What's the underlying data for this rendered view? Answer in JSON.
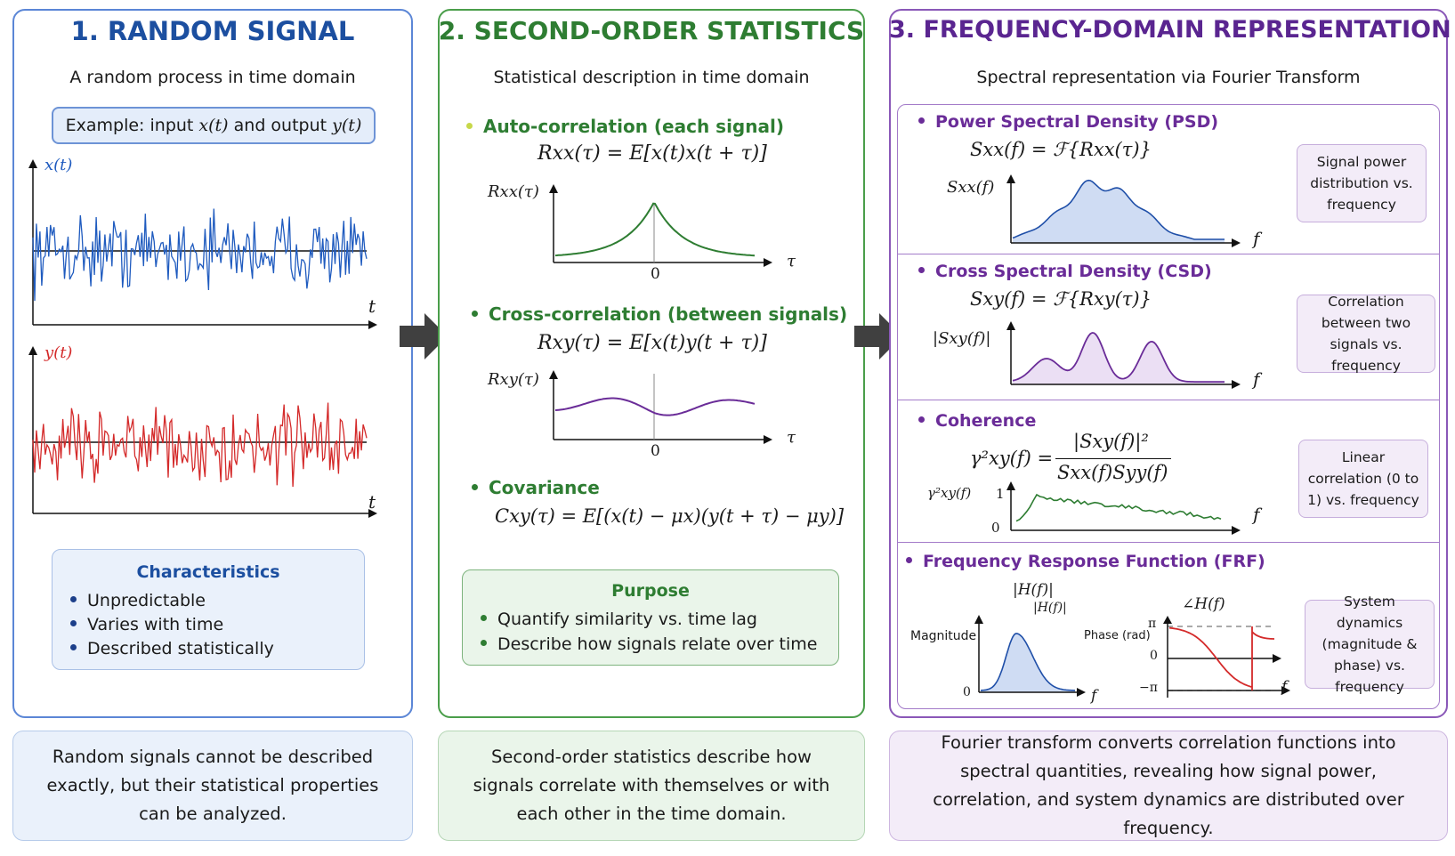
{
  "panel1": {
    "title": "1. RANDOM SIGNAL",
    "subtitle": "A random process in time domain",
    "example_prefix": "Example: input ",
    "example_x": "x(t)",
    "example_mid": " and output ",
    "example_y": "y(t)",
    "x_label": "x(t)",
    "y_label": "y(t)",
    "t_label": "t",
    "characteristics_title": "Characteristics",
    "characteristics": [
      "Unpredictable",
      "Varies with time",
      "Described statistically"
    ],
    "x_color": "#1f5bbf",
    "y_color": "#d42a2a"
  },
  "panel2": {
    "title": "2. SECOND-ORDER STATISTICS",
    "subtitle": "Statistical description in time domain",
    "auto_head": "Auto-correlation (each signal)",
    "auto_formula": "Rxx(τ) = E[x(t)x(t + τ)]",
    "auto_ylabel": "Rxx(τ)",
    "cross_head": "Cross-correlation (between signals)",
    "cross_formula": "Rxy(τ) = E[x(t)y(t + τ)]",
    "cross_ylabel": "Rxy(τ)",
    "tau_label": "τ",
    "zero_label": "0",
    "cov_head": "Covariance",
    "cov_formula": "Cxy(τ) = E[(x(t) − μx)(y(t + τ) − μy)]",
    "purpose_title": "Purpose",
    "purpose": [
      "Quantify similarity vs. time lag",
      "Describe how signals relate over time"
    ],
    "auto_color": "#2e7d32",
    "cross_color": "#6a2c98"
  },
  "panel3": {
    "title": "3. FREQUENCY-DOMAIN REPRESENTATION",
    "subtitle": "Spectral representation via Fourier Transform",
    "psd_head": "Power Spectral Density (PSD)",
    "psd_formula": "Sxx(f) = ℱ{Rxx(τ)}",
    "psd_ylabel": "Sxx(f)",
    "psd_note": "Signal power distribution vs. frequency",
    "csd_head": "Cross Spectral Density (CSD)",
    "csd_formula": "Sxy(f) = ℱ{Rxy(τ)}",
    "csd_ylabel": "|Sxy(f)|",
    "csd_note": "Correlation between two signals vs. frequency",
    "coh_head": "Coherence",
    "coh_lhs": "γ²xy(f) =",
    "coh_num": "|Sxy(f)|²",
    "coh_den": "Sxx(f)Syy(f)",
    "coh_ylabel": "γ²xy(f)",
    "coh_one": "1",
    "coh_zero": "0",
    "coh_note": "Linear correlation (0 to 1) vs. frequency",
    "frf_head": "Frequency Response Function (FRF)",
    "frf_mag_title": "|H(f)|",
    "frf_mag_title2": "|H(f)|",
    "frf_phase_title": "∠H(f)",
    "frf_mag_label": "Magnitude",
    "frf_phase_label": "Phase (rad)",
    "frf_pi": "π",
    "frf_zero": "0",
    "frf_mpi": "−π",
    "frf_mag_zero": "0",
    "frf_note": "System dynamics (magnitude & phase) vs. frequency",
    "f_label": "f"
  },
  "bottom": {
    "b1": "Random signals cannot be described exactly, but their statistical properties can be analyzed.",
    "b2": "Second-order statistics describe how signals correlate with themselves or with each other in the time domain.",
    "b3": "Fourier transform converts correlation functions into spectral quantities, revealing how signal power, correlation, and system dynamics are distributed over frequency."
  },
  "colors": {
    "blue_title": "#1c4fa0",
    "green_title": "#2e7d32",
    "purple_title": "#5a2590",
    "arrow": "#404040"
  }
}
